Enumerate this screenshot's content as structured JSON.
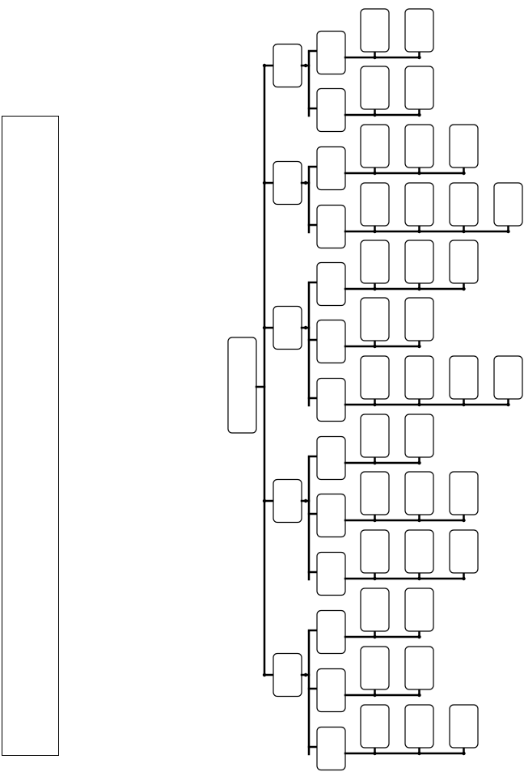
{
  "diagram": {
    "type": "hierarchy-tree",
    "orientation": "left-to-right",
    "labels_visible": false,
    "line_color": "#000000",
    "box_border_color": "#000000",
    "box_fill_color": "#ffffff",
    "root": {
      "branches": [
        {
          "groups": [
            {
              "leaves": 2
            },
            {
              "leaves": 2
            }
          ]
        },
        {
          "groups": [
            {
              "leaves": 3
            },
            {
              "leaves": 4
            }
          ]
        },
        {
          "groups": [
            {
              "leaves": 3
            },
            {
              "leaves": 2
            },
            {
              "leaves": 4
            }
          ]
        },
        {
          "groups": [
            {
              "leaves": 2
            },
            {
              "leaves": 3
            },
            {
              "leaves": 3
            }
          ]
        },
        {
          "groups": [
            {
              "leaves": 2
            },
            {
              "leaves": 2
            },
            {
              "leaves": 3
            }
          ]
        }
      ]
    }
  }
}
